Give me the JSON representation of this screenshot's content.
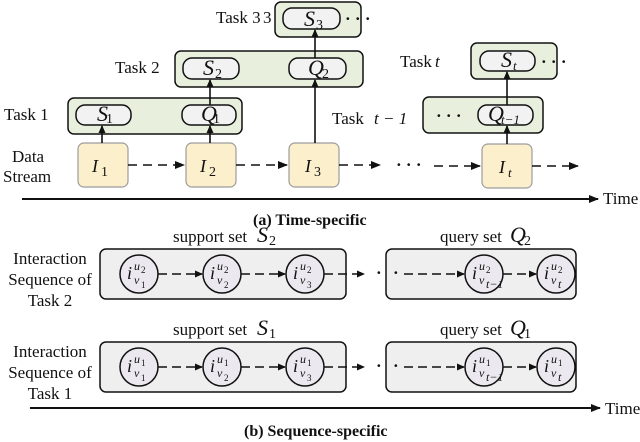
{
  "colors": {
    "task_box_fill": "#e8efdc",
    "inner_box_fill": "#f2f2f2",
    "data_node_fill": "#fcefcc",
    "data_node_stroke": "#9c9c9c",
    "seq_box_fill": "#efefef",
    "circle_fill": "#ebe8ef",
    "stroke": "#111111"
  },
  "part_a": {
    "caption": "(a) Time-specific",
    "axis_label": "Time",
    "row_label_data": [
      "Data",
      "Stream"
    ],
    "ellipsis": "· · ·",
    "tasks": [
      {
        "label": "Task 1",
        "items": [
          {
            "base": "S",
            "sub": "1"
          },
          {
            "base": "Q",
            "sub": "1"
          }
        ]
      },
      {
        "label": "Task 2",
        "items": [
          {
            "base": "S",
            "sub": "2"
          },
          {
            "base": "Q",
            "sub": "2"
          }
        ]
      },
      {
        "label": "Task 3",
        "items": [
          {
            "base": "S",
            "sub": "3"
          }
        ],
        "trailing": "· · ·"
      },
      {
        "label": "Task",
        "label_var": "t − 1",
        "leading": "· · ·",
        "items": [
          {
            "base": "Q",
            "sub": "t−1"
          }
        ]
      },
      {
        "label": "Task",
        "label_var": "t",
        "items": [
          {
            "base": "S",
            "sub": "t"
          }
        ],
        "trailing": "· · ·"
      }
    ],
    "stream": [
      {
        "base": "I",
        "sub": "1"
      },
      {
        "base": "I",
        "sub": "2"
      },
      {
        "base": "I",
        "sub": "3"
      },
      {
        "base": "I",
        "sub": "t"
      }
    ]
  },
  "part_b": {
    "caption": "(b) Sequence-specific",
    "axis_label": "Time",
    "ellipsis": "·",
    "rows": [
      {
        "label": [
          "Interaction",
          "Sequence of",
          "Task 2"
        ],
        "support_label": "support set",
        "support_sym": {
          "base": "S",
          "sub": "2"
        },
        "query_label": "query set",
        "query_sym": {
          "base": "Q",
          "sub": "2"
        },
        "user": "u",
        "user_sub": "2",
        "support_nodes": [
          "v1",
          "v2",
          "v3"
        ],
        "query_nodes": [
          "vt−1",
          "vt"
        ]
      },
      {
        "label": [
          "Interaction",
          "Sequence of",
          "Task 1"
        ],
        "support_label": "support set",
        "support_sym": {
          "base": "S",
          "sub": "1"
        },
        "query_label": "query set",
        "query_sym": {
          "base": "Q",
          "sub": "1"
        },
        "user": "u",
        "user_sub": "1",
        "support_nodes": [
          "v1",
          "v2",
          "v3"
        ],
        "query_nodes": [
          "vt−1",
          "vt"
        ]
      }
    ]
  }
}
